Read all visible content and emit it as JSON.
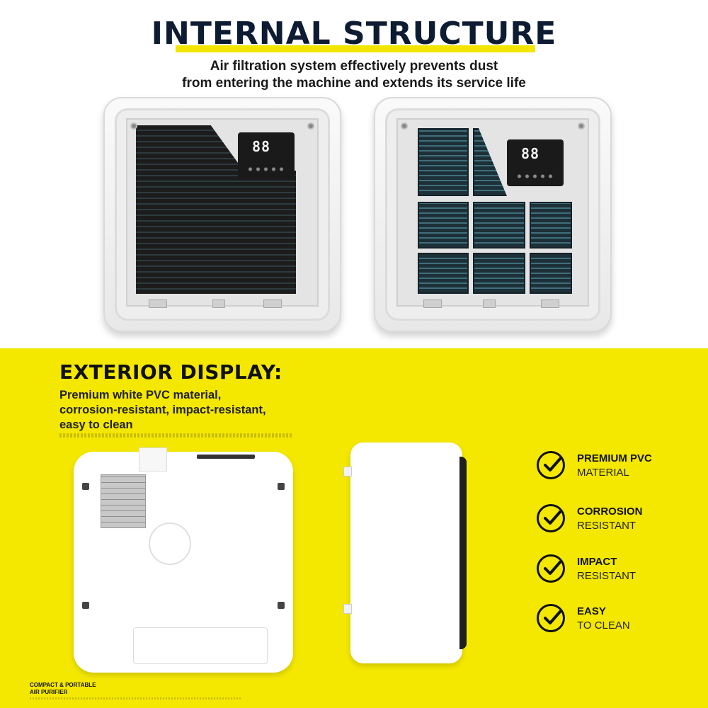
{
  "header": {
    "title": "INTERNAL STRUCTURE",
    "subtitle_line1": "Air filtration system effectively prevents dust",
    "subtitle_line2": "from entering the machine and extends its service life"
  },
  "devices": {
    "left_display_digits": "88",
    "right_display_digits": "88"
  },
  "exterior": {
    "title": "EXTERIOR DISPLAY:",
    "desc_line1": "Premium white PVC material,",
    "desc_line2": "corrosion-resistant, impact-resistant,",
    "desc_line3": "easy to clean"
  },
  "features": [
    {
      "main": "PREMIUM PVC",
      "sub": "MATERIAL",
      "icon": "check-circle-icon"
    },
    {
      "main": "CORROSION",
      "sub": "RESISTANT",
      "icon": "check-circle-icon"
    },
    {
      "main": "IMPACT",
      "sub": "RESISTANT",
      "icon": "check-circle-icon"
    },
    {
      "main": "EASY",
      "sub": "TO CLEAN",
      "icon": "check-circle-icon"
    }
  ],
  "footer": {
    "line1": "COMPACT & PORTABLE",
    "line2": "AIR PURIFIER"
  },
  "colors": {
    "accent_yellow": "#f4e800",
    "title_navy": "#0d1b33"
  }
}
